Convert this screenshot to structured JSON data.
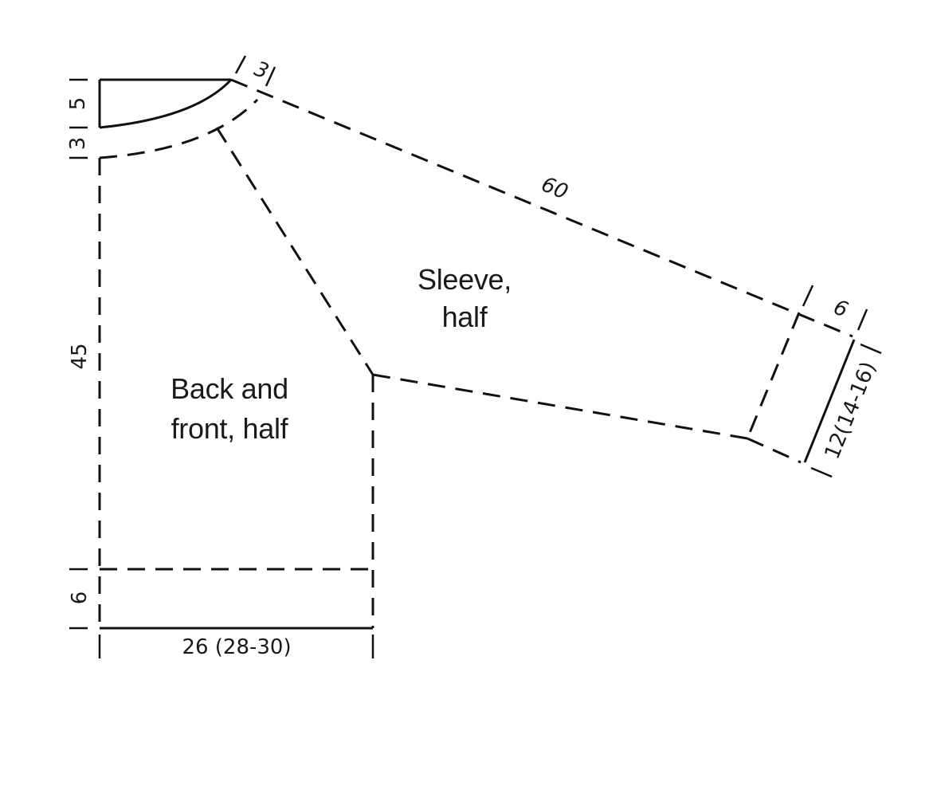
{
  "pieces": {
    "body": {
      "label_line1": "Back and",
      "label_line2": "front, half"
    },
    "sleeve": {
      "label_line1": "Sleeve,",
      "label_line2": "half"
    }
  },
  "measurements": {
    "neck_depth": "5",
    "neck_band": "3",
    "shoulder_width": "3",
    "body_length": "45",
    "rib_height": "6",
    "body_width": "26 (28-30)",
    "sleeve_length": "60",
    "cuff_height": "6",
    "cuff_width": "12(14-16)"
  }
}
